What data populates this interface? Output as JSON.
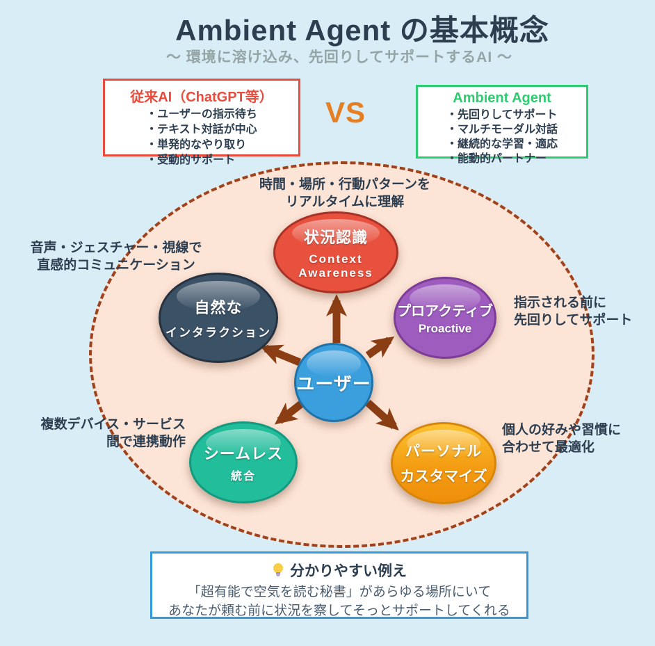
{
  "header": {
    "title": "Ambient Agent の基本概念",
    "subtitle": "〜 環境に溶け込み、先回りしてサポートするAI 〜"
  },
  "comparison": {
    "vs": "VS",
    "legacy": {
      "title": "従来AI（ChatGPT等）",
      "accent_color": "#e74c3c",
      "items": [
        "・ユーザーの指示待ち",
        "・テキスト対話が中心",
        "・単発的なやり取り",
        "・受動的サポート"
      ]
    },
    "ambient": {
      "title": "Ambient Agent",
      "accent_color": "#2ecc71",
      "items": [
        "・先回りしてサポート",
        "・マルチモーダル対話",
        "・継続的な学習・適応",
        "・能動的パートナー"
      ]
    }
  },
  "diagram": {
    "zone": {
      "fill": "#fce4d6",
      "border_color": "#a0421c",
      "arrow_color": "#8b3e14"
    },
    "center": {
      "label": "ユーザー",
      "color": "#3b9fdd"
    },
    "nodes": {
      "context": {
        "label": "状況認識",
        "sublabel": "Context Awareness",
        "color": "#e8513e",
        "annotation_line1": "時間・場所・行動パターンを",
        "annotation_line2": "リアルタイムに理解"
      },
      "natural": {
        "label": "自然な",
        "sublabel": "インタラクション",
        "color": "#3b5166",
        "annotation_line1": "音声・ジェスチャー・視線で",
        "annotation_line2": "直感的コミュニケーション"
      },
      "proactive": {
        "label": "プロアクティブ",
        "sublabel": "Proactive",
        "color": "#9d5cbe",
        "annotation_line1": "指示される前に",
        "annotation_line2": "先回りしてサポート"
      },
      "seamless": {
        "label": "シームレス",
        "sublabel": "統合",
        "color": "#22bd9b",
        "annotation_line1": "複数デバイス・サービス",
        "annotation_line2": "間で連携動作"
      },
      "personal": {
        "label": "パーソナル",
        "sublabel": "カスタマイズ",
        "color": "#f39c12",
        "annotation_line1": "個人の好みや習慣に",
        "annotation_line2": "合わせて最適化"
      }
    }
  },
  "example": {
    "icon": "lightbulb-icon",
    "title": "分かりやすい例え",
    "line1": "「超有能で空気を読む秘書」があらゆる場所にいて",
    "line2": "あなたが頼む前に状況を察してそっとサポートしてくれる",
    "border_color": "#3498db"
  }
}
